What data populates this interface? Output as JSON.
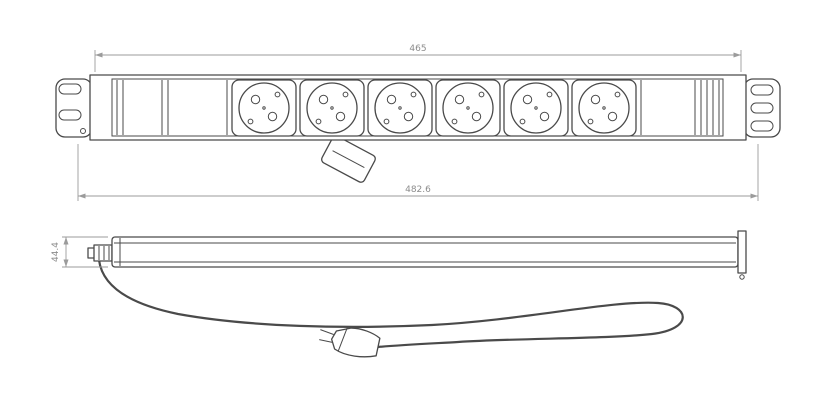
{
  "drawing": {
    "type": "technical-drawing",
    "subject": "rack-mount power distribution unit with schuko sockets",
    "socket_count": 6,
    "dimensions": {
      "front_width": "465",
      "overall_width": "482.6",
      "side_height": "44.4"
    },
    "colors": {
      "line": "#4a4a4a",
      "dimension": "#9b9b9b",
      "background": "#ffffff"
    }
  }
}
